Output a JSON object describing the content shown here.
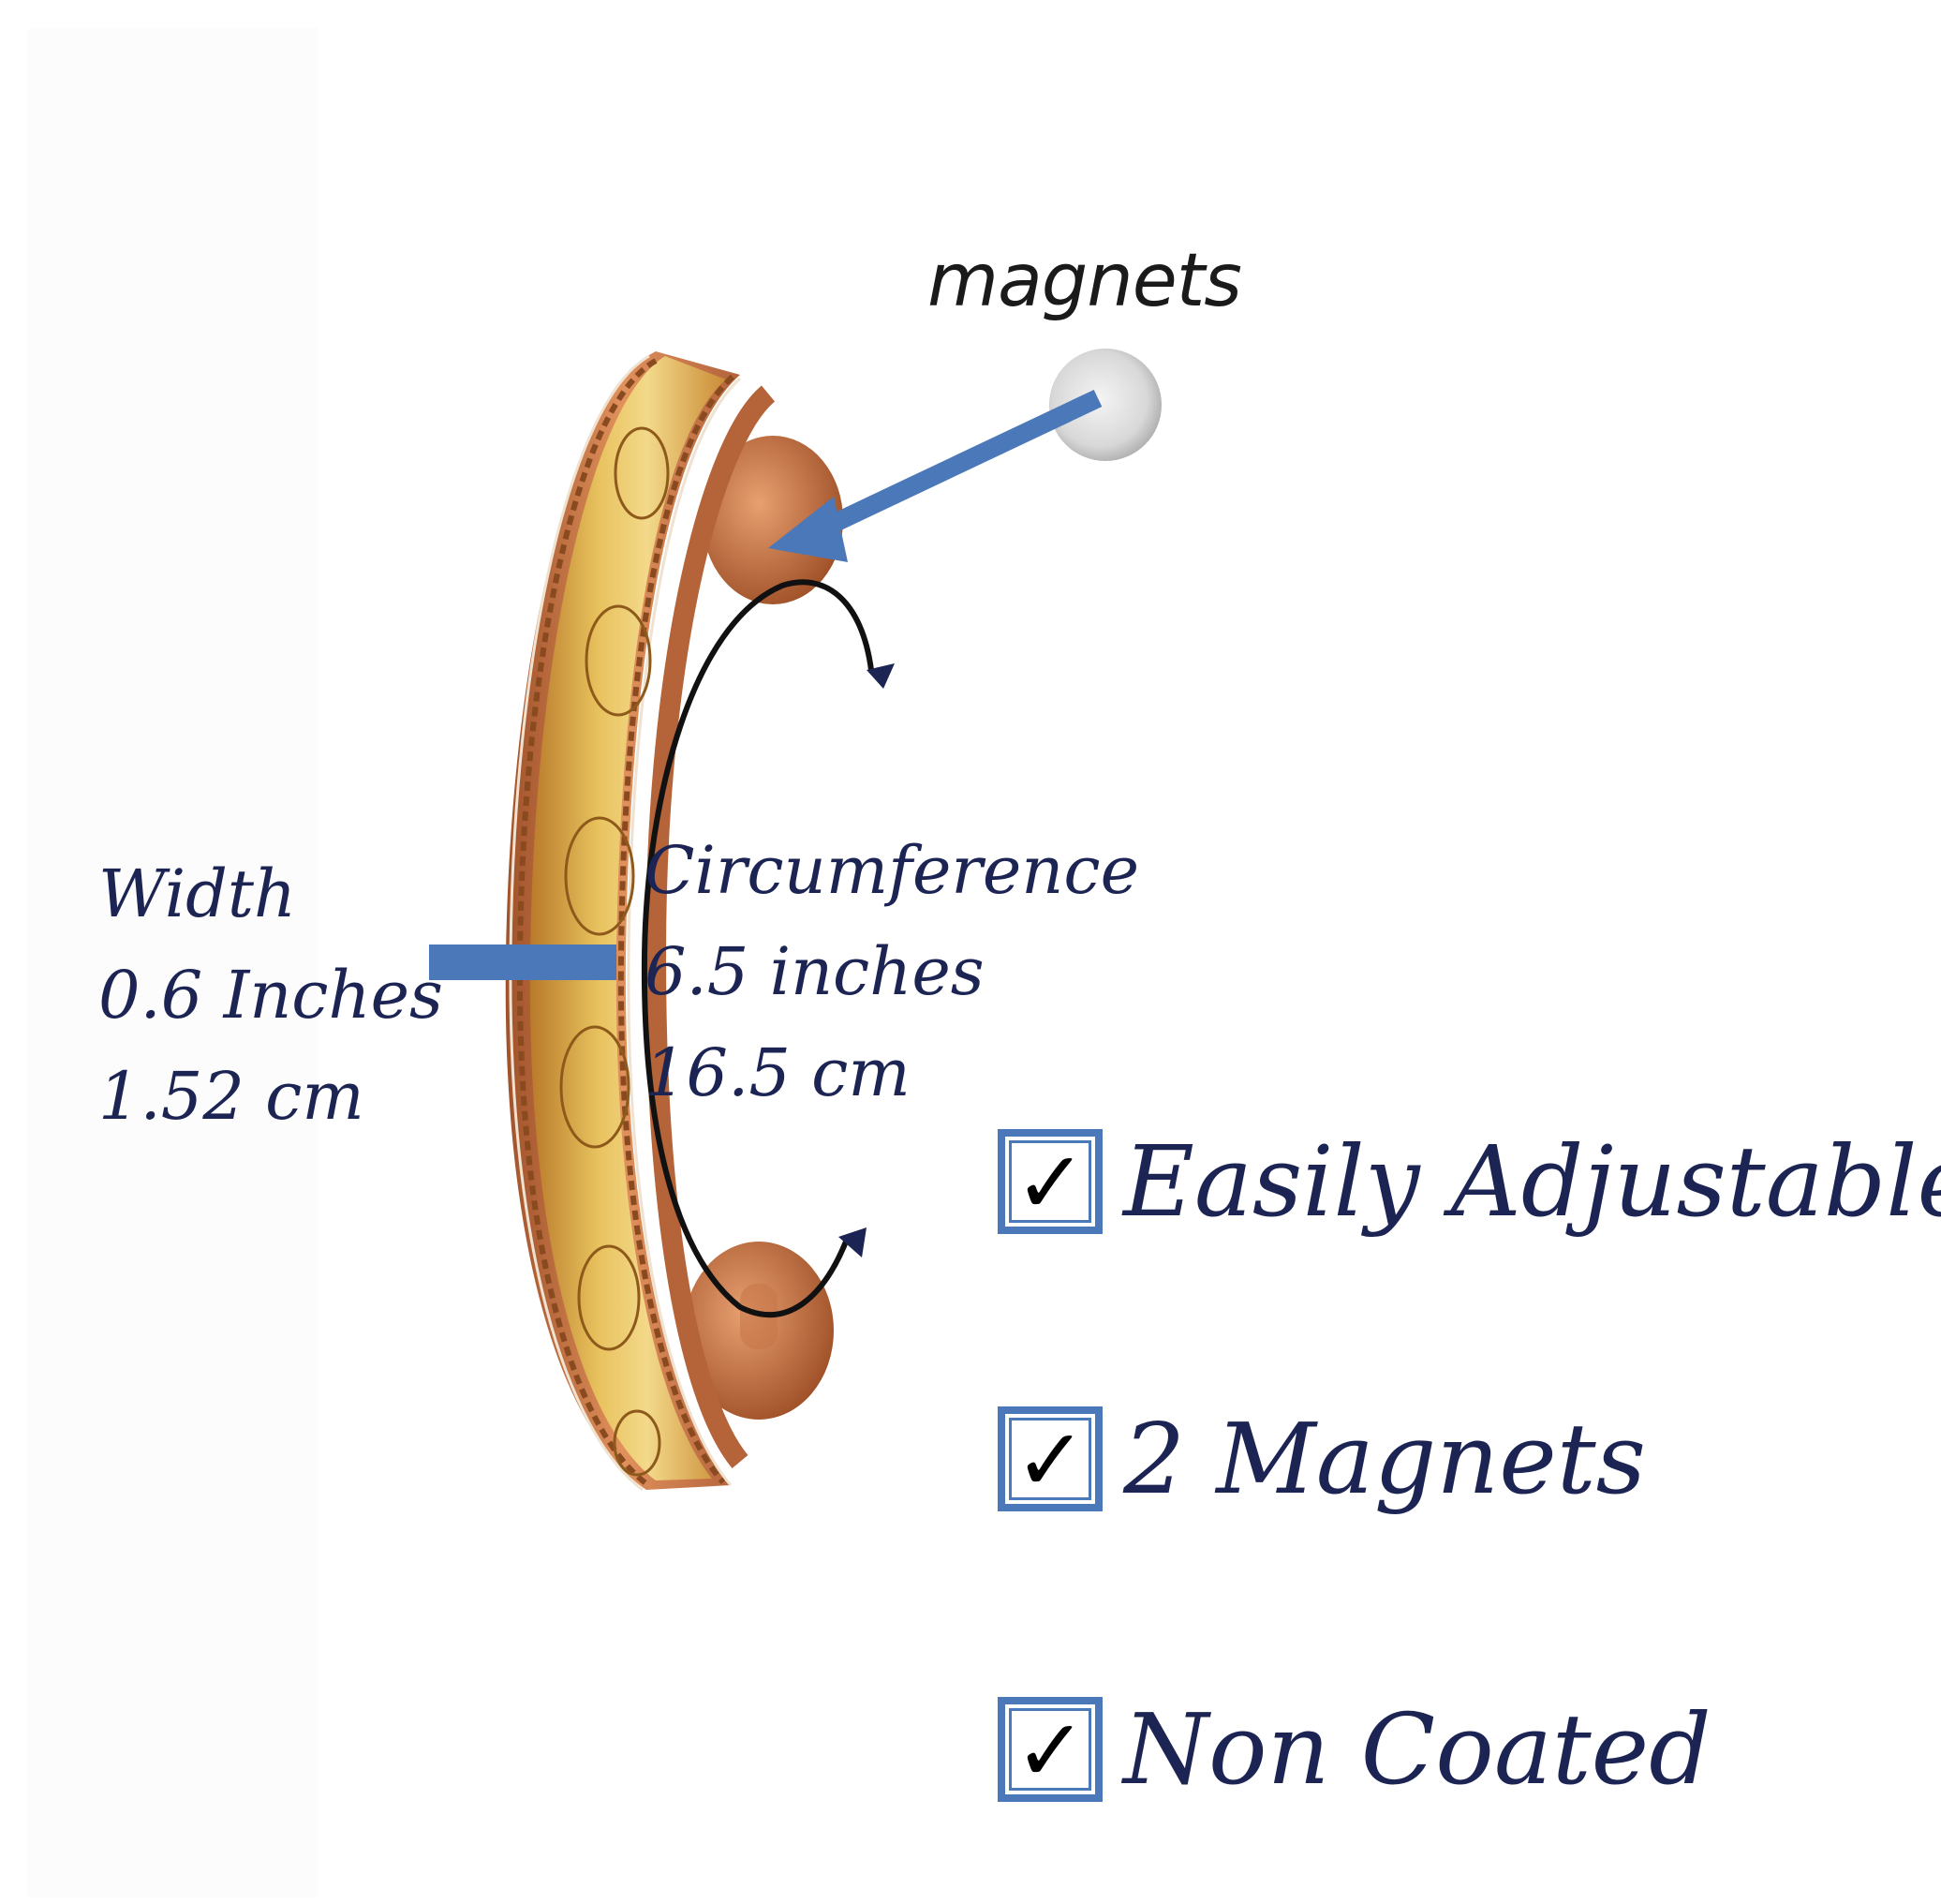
{
  "callouts": {
    "magnets": "magnets"
  },
  "width": {
    "title": "Width",
    "inches": "0.6 Inches",
    "cm": "1.52 cm"
  },
  "circumference": {
    "title": "Circumference",
    "inches": "6.5 inches",
    "cm": "16.5 cm"
  },
  "features": [
    {
      "label": "Easily Adjustable",
      "checked": true
    },
    {
      "label": "2 Magnets",
      "checked": true
    },
    {
      "label": "Non Coated",
      "checked": true
    }
  ],
  "icons": {
    "checkmark": "check-icon",
    "arrow": "arrow-icon"
  },
  "colors": {
    "text": "#1c2453",
    "accent": "#4a78b8",
    "copper": "#c8713c",
    "brass": "#d9a744"
  }
}
